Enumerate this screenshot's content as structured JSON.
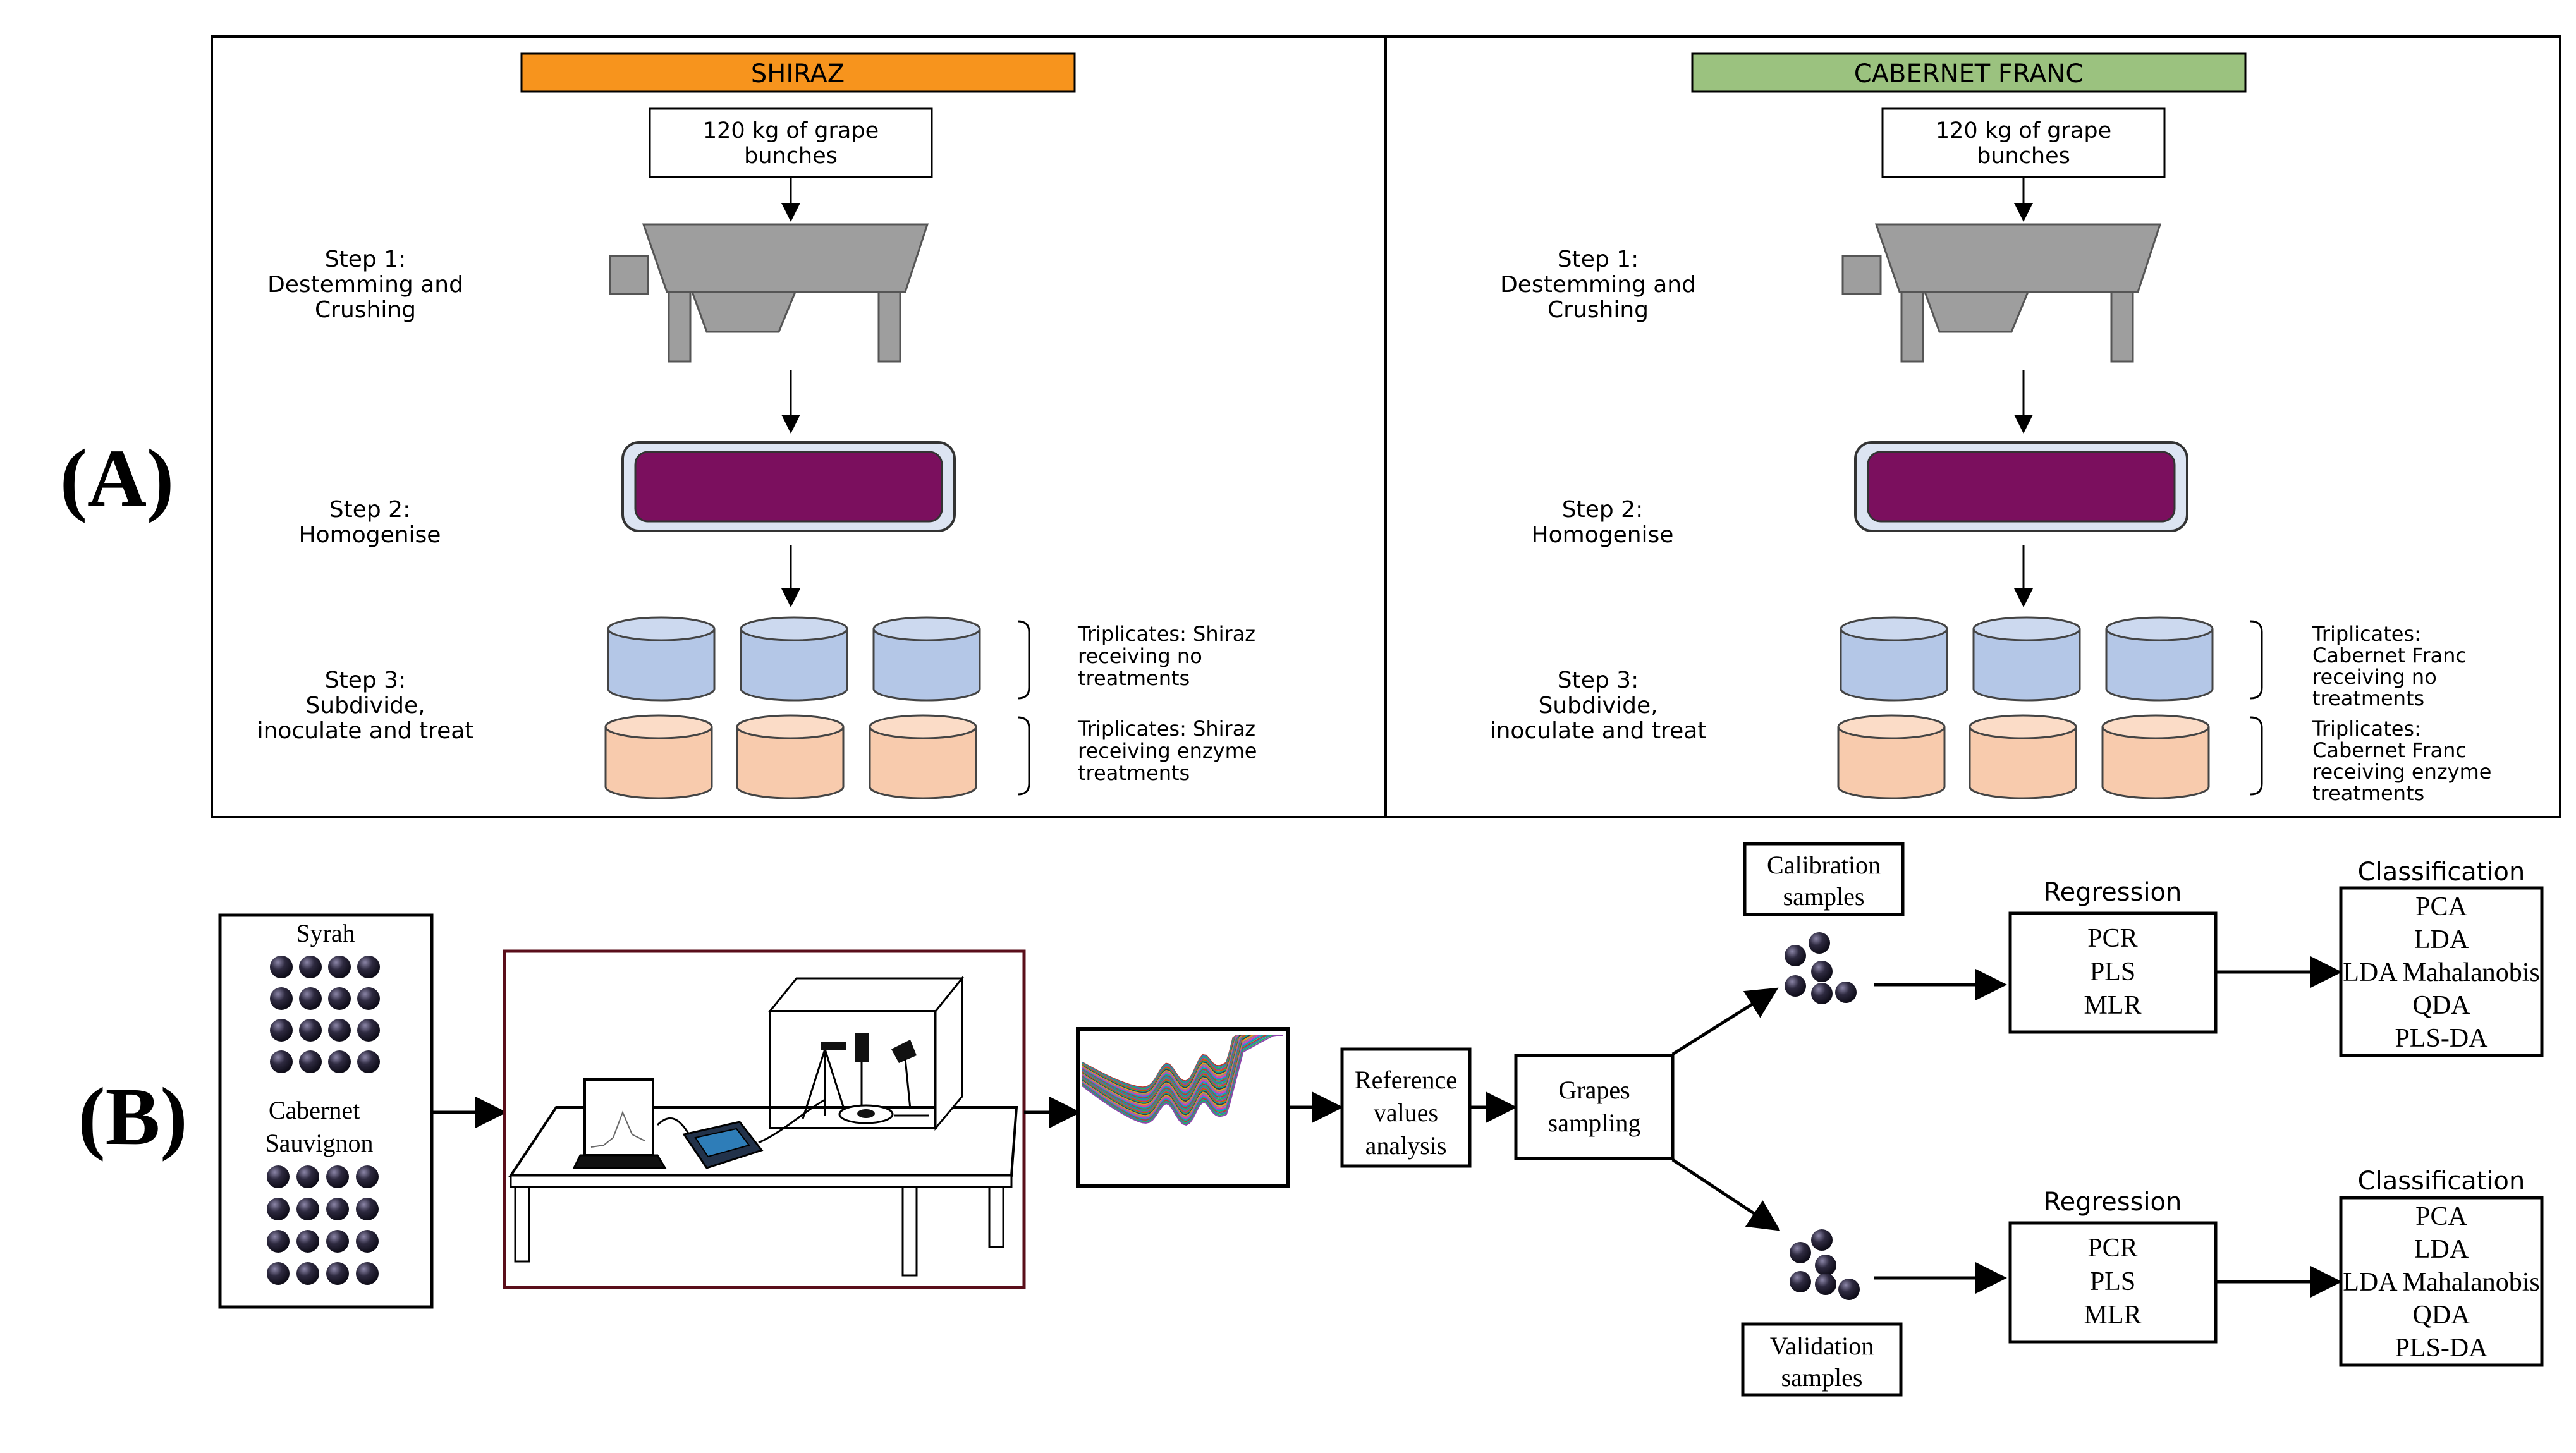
{
  "panel_a": {
    "label": "(A)",
    "columns": [
      {
        "variety": "SHIRAZ",
        "header_color": "#F7941D",
        "input_line1": "120 kg of grape",
        "input_line2": "bunches",
        "step1": [
          "Step 1:",
          "Destemming and",
          "Crushing"
        ],
        "step2": [
          "Step 2:",
          "Homogenise"
        ],
        "step3": [
          "Step 3:",
          "Subdivide,",
          "inoculate and treat"
        ],
        "note_control": [
          "Triplicates: Shiraz",
          "receiving no",
          "treatments"
        ],
        "note_enzyme": [
          "Triplicates: Shiraz",
          "receiving enzyme",
          "treatments"
        ]
      },
      {
        "variety": "CABERNET FRANC",
        "header_color": "#9BC27F",
        "input_line1": "120 kg of grape",
        "input_line2": "bunches",
        "step1": [
          "Step 1:",
          "Destemming and",
          "Crushing"
        ],
        "step2": [
          "Step 2:",
          "Homogenise"
        ],
        "step3": [
          "Step 3:",
          "Subdivide,",
          "inoculate and treat"
        ],
        "note_control": [
          "Triplicates:",
          "Cabernet Franc",
          "receiving no",
          "treatments"
        ],
        "note_enzyme": [
          "Triplicates:",
          "Cabernet Franc",
          "receiving enzyme",
          "treatments"
        ]
      }
    ],
    "colors": {
      "crusher": "#9E9E9E",
      "must": "#7B0F5E",
      "tank_control": "#B4C7E7",
      "tank_enzyme": "#F8CBAD"
    }
  },
  "panel_b": {
    "label": "(B)",
    "samples_box": {
      "variety1": "Syrah",
      "variety2_line1": "Cabernet",
      "variety2_line2": "Sauvignon"
    },
    "reference_box": [
      "Reference",
      "values",
      "analysis"
    ],
    "sampling_box": [
      "Grapes",
      "sampling"
    ],
    "calibration_label": [
      "Calibration",
      "samples"
    ],
    "validation_label": [
      "Validation",
      "samples"
    ],
    "regression_title": "Regression",
    "regression_methods": [
      "PCR",
      "PLS",
      "MLR"
    ],
    "classification_title": "Classification",
    "classification_methods": [
      "PCA",
      "LDA",
      "LDA Mahalanobis",
      "QDA",
      "PLS-DA"
    ],
    "colors": {
      "grape": "#2E2A40",
      "frame_red": "#5A0E1A"
    }
  }
}
